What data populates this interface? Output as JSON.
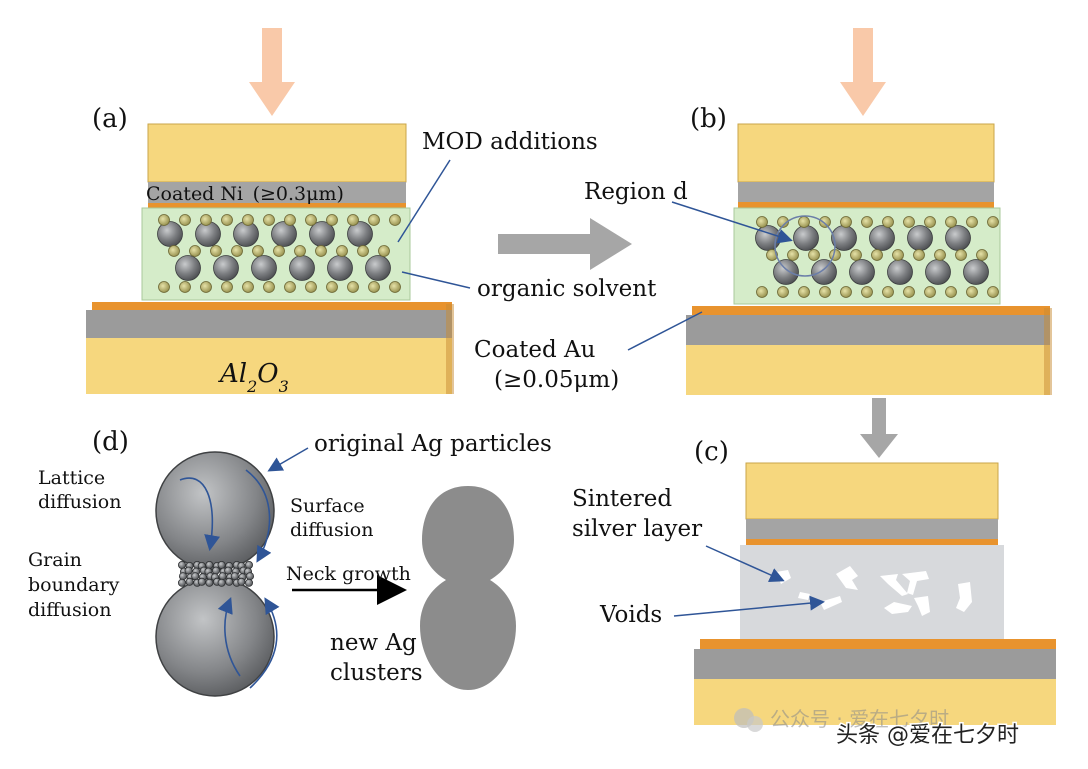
{
  "colors": {
    "gold": "#f6d77e",
    "gold_light": "#fbe7a8",
    "orange_layer": "#e8932e",
    "gray_layer": "#9b9b9b",
    "paste": "#d5ecc9",
    "sinter": "#d7d9dc",
    "particle": "#6f7173",
    "solvent_particle": "#a8a35d",
    "arrow_pink": "#f9c9a9",
    "arrow_gray": "#a6a6a6",
    "blob": "#8c8c8c"
  },
  "panels": {
    "a": {
      "label": "(a)",
      "mod_additions": "MOD additions",
      "coated_ni": "Coated Ni (≥0.3μm)",
      "organic_solvent": "organic solvent",
      "substrate_prefix": "Al",
      "substrate_sub1": "2",
      "substrate_mid": "O",
      "substrate_sub2": "3"
    },
    "b": {
      "label": "(b)",
      "region_d": "Region d",
      "coated_au_line1": "Coated Au",
      "coated_au_line2": "(≥0.05μm)"
    },
    "c": {
      "label": "(c)",
      "sintered_line1": "Sintered",
      "sintered_line2": "silver layer",
      "voids": "Voids"
    },
    "d": {
      "label": "(d)",
      "original_ag": "original Ag particles",
      "lattice_line1": "Lattice",
      "lattice_line2": "diffusion",
      "surface_line1": "Surface",
      "surface_line2": "diffusion",
      "grain_line1": "Grain",
      "grain_line2": "boundary",
      "grain_line3": "diffusion",
      "neck_growth": "Neck growth",
      "new_ag_line1": "new Ag",
      "new_ag_line2": "clusters"
    }
  },
  "watermark": {
    "faint": "公众号 · 爱在七夕时",
    "main": "头条 @爱在七夕时"
  }
}
